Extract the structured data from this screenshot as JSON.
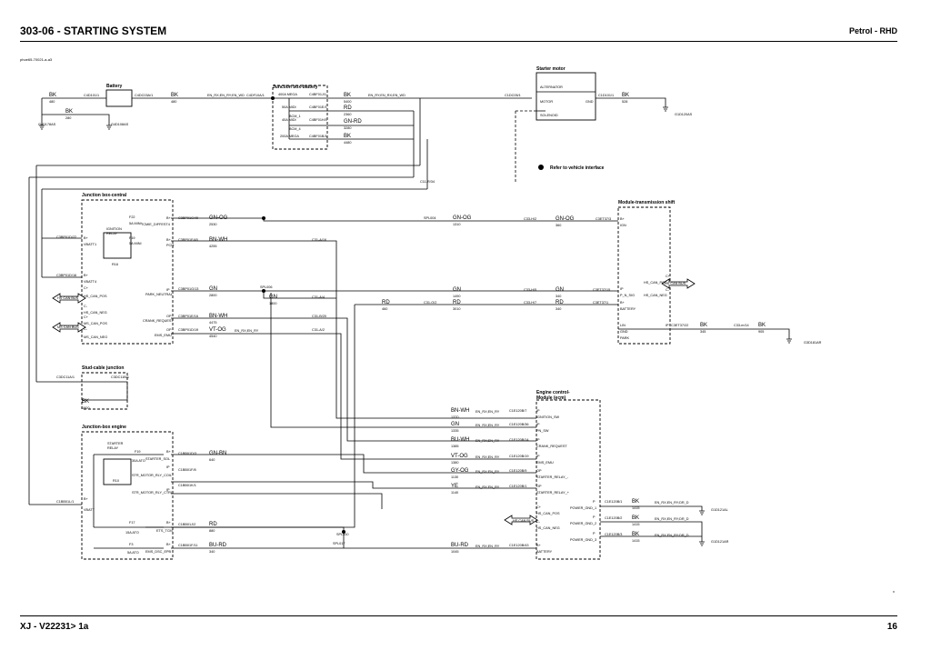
{
  "header": {
    "title": "303-06 - STARTING SYSTEM",
    "variant": "Petrol - RHD",
    "doc_code": "phoe65-70021-a-a3"
  },
  "footer": {
    "left": "XJ   - V22231>  1a",
    "page": "16",
    "corner_mark": "x"
  },
  "legend": {
    "text": "Refer to vehicle interface"
  },
  "modules": [
    {
      "title": "Battery"
    },
    {
      "title": "Junction box-battery"
    },
    {
      "title": "Starter motor"
    },
    {
      "title": "Junction box-central"
    },
    {
      "title": "Module-transmission shift"
    },
    {
      "title": "Stud-cable junction"
    },
    {
      "title": "Junction-box engine"
    },
    {
      "title": "Engine control-"
    },
    {
      "title": "Module (ecm)"
    }
  ],
  "labels": [
    {
      "t": "BK",
      "k": "w"
    },
    {
      "t": "480",
      "k": "s"
    },
    {
      "t": "C4D101/1",
      "k": "s"
    },
    {
      "t": "C4DC03A/1",
      "k": "s"
    },
    {
      "t": "BK",
      "k": "w"
    },
    {
      "t": "480",
      "k": "s"
    },
    {
      "t": "EN_RX;EN_RY;EN_WD",
      "k": "s"
    },
    {
      "t": "C4DF10A/1",
      "k": "s"
    },
    {
      "t": "BK",
      "k": "w"
    },
    {
      "t": "280",
      "k": "s"
    },
    {
      "t": "G4D178AS",
      "k": "s"
    },
    {
      "t": "G4D108AS",
      "k": "s"
    },
    {
      "t": "400A MEGA",
      "k": "s"
    },
    {
      "t": "C4BF01J/1",
      "k": "s"
    },
    {
      "t": "50A MIDI",
      "k": "s"
    },
    {
      "t": "C4BF01E/1",
      "k": "s"
    },
    {
      "t": "BCM_1",
      "k": "s"
    },
    {
      "t": "40A MIDI",
      "k": "s"
    },
    {
      "t": "C4BF01H/1",
      "k": "s"
    },
    {
      "t": "BCM_4",
      "k": "s"
    },
    {
      "t": "200A MEGA",
      "k": "s"
    },
    {
      "t": "C4BF01B/1",
      "k": "s"
    },
    {
      "t": "BK",
      "k": "w"
    },
    {
      "t": "5400",
      "k": "s"
    },
    {
      "t": "RD",
      "k": "w"
    },
    {
      "t": "2360",
      "k": "s"
    },
    {
      "t": "GN-RD",
      "k": "w"
    },
    {
      "t": "3280",
      "k": "s"
    },
    {
      "t": "BK",
      "k": "w"
    },
    {
      "t": "4480",
      "k": "s"
    },
    {
      "t": "EN_RY;EN_RX;EN_WD",
      "k": "s"
    },
    {
      "t": "C1DC05/1",
      "k": "s"
    },
    {
      "t": "ALTERNATOR",
      "k": "s"
    },
    {
      "t": "MOTOR",
      "k": "s"
    },
    {
      "t": "SOLENOID",
      "k": "s"
    },
    {
      "t": "GND",
      "k": "s"
    },
    {
      "t": "C1D101/1",
      "k": "s"
    },
    {
      "t": "BK",
      "k": "w"
    },
    {
      "t": "528",
      "k": "s"
    },
    {
      "t": "G1D120AS",
      "k": "s"
    },
    {
      "t": "C11-R/34",
      "k": "s"
    },
    {
      "t": "F22",
      "k": "s"
    },
    {
      "t": "5A MINI",
      "k": "s"
    },
    {
      "t": "TCMIE_DIFFEST4",
      "k": "s"
    },
    {
      "t": "B+",
      "k": "s"
    },
    {
      "t": "C3BP01C/40",
      "k": "s"
    },
    {
      "t": "GN-OG",
      "k": "w"
    },
    {
      "t": "2530",
      "k": "s"
    },
    {
      "t": "IGNITION",
      "k": "s"
    },
    {
      "t": "RELAY",
      "k": "s"
    },
    {
      "t": "F19",
      "k": "s"
    },
    {
      "t": "5A MINI",
      "k": "s"
    },
    {
      "t": "PCM",
      "k": "s"
    },
    {
      "t": "B+",
      "k": "s"
    },
    {
      "t": "C3BP01F/45",
      "k": "s"
    },
    {
      "t": "BN-WH",
      "k": "w"
    },
    {
      "t": "4255",
      "k": "s"
    },
    {
      "t": "C3BP01D/22",
      "k": "s"
    },
    {
      "t": "B+",
      "k": "s"
    },
    {
      "t": "VBATT1",
      "k": "s"
    },
    {
      "t": "R16",
      "k": "s"
    },
    {
      "t": "C31-A/16",
      "k": "s"
    },
    {
      "t": "SPL004",
      "k": "s"
    },
    {
      "t": "GN-OG",
      "k": "w"
    },
    {
      "t": "1310",
      "k": "s"
    },
    {
      "t": "C33-H/2",
      "k": "s"
    },
    {
      "t": "GN-OG",
      "k": "w"
    },
    {
      "t": "360",
      "k": "s"
    },
    {
      "t": "C3ET37/3",
      "k": "s"
    },
    {
      "t": "B+",
      "k": "s"
    },
    {
      "t": "IGN",
      "k": "s"
    },
    {
      "t": "C3BP01D/16",
      "k": "s"
    },
    {
      "t": "B+",
      "k": "s"
    },
    {
      "t": "VBATT4",
      "k": "s"
    },
    {
      "t": "C+",
      "k": "s"
    },
    {
      "t": "HS_CAN_POS",
      "k": "s"
    },
    {
      "t": "C-",
      "k": "s"
    },
    {
      "t": "HS_CAN_NEG",
      "k": "s"
    },
    {
      "t": "C+",
      "k": "s"
    },
    {
      "t": "MS_CAN_POS",
      "k": "s"
    },
    {
      "t": "C-",
      "k": "s"
    },
    {
      "t": "MS_CAN_NEG",
      "k": "s"
    },
    {
      "t": "HS CAN BUS",
      "k": "s"
    },
    {
      "t": "MS CAN BUS",
      "k": "s"
    },
    {
      "t": "IP",
      "k": "s"
    },
    {
      "t": "PARK_NEUTRAL",
      "k": "s"
    },
    {
      "t": "C3BP01G/13",
      "k": "s"
    },
    {
      "t": "GN",
      "k": "w"
    },
    {
      "t": "2800",
      "k": "s"
    },
    {
      "t": "SPL006",
      "k": "s"
    },
    {
      "t": "GN",
      "k": "w"
    },
    {
      "t": "1800",
      "k": "s"
    },
    {
      "t": "C31-A/4",
      "k": "s"
    },
    {
      "t": "GN",
      "k": "w"
    },
    {
      "t": "1490",
      "k": "s"
    },
    {
      "t": "C33-H/5",
      "k": "s"
    },
    {
      "t": "GN",
      "k": "w"
    },
    {
      "t": "340",
      "k": "s"
    },
    {
      "t": "C3ET37/15",
      "k": "s"
    },
    {
      "t": "IP",
      "k": "s"
    },
    {
      "t": "P_N_SIG",
      "k": "s"
    },
    {
      "t": "RD",
      "k": "w"
    },
    {
      "t": "460",
      "k": "s"
    },
    {
      "t": "C31-O/2",
      "k": "s"
    },
    {
      "t": "RD",
      "k": "w"
    },
    {
      "t": "3010",
      "k": "s"
    },
    {
      "t": "C33-H/7",
      "k": "s"
    },
    {
      "t": "RD",
      "k": "w"
    },
    {
      "t": "340",
      "k": "s"
    },
    {
      "t": "C3ET37/1",
      "k": "s"
    },
    {
      "t": "B+",
      "k": "s"
    },
    {
      "t": "BATTERY",
      "k": "s"
    },
    {
      "t": "C+",
      "k": "s"
    },
    {
      "t": "HS_CAN_POS",
      "k": "s"
    },
    {
      "t": "C-",
      "k": "s"
    },
    {
      "t": "HS_CAN_NEG",
      "k": "s"
    },
    {
      "t": "HS CAN BUS",
      "k": "s"
    },
    {
      "t": "OP",
      "k": "s"
    },
    {
      "t": "CRANK_REQUEST",
      "k": "s"
    },
    {
      "t": "C3BP01E/16",
      "k": "s"
    },
    {
      "t": "BN-WH",
      "k": "w"
    },
    {
      "t": "4475",
      "k": "s"
    },
    {
      "t": "C31-B/20",
      "k": "s"
    },
    {
      "t": "OP",
      "k": "s"
    },
    {
      "t": "EMS_EMU",
      "k": "s"
    },
    {
      "t": "C3BP01D/19",
      "k": "s"
    },
    {
      "t": "VT-OG",
      "k": "w"
    },
    {
      "t": "4540",
      "k": "s"
    },
    {
      "t": "EN_RX;EN_RY",
      "k": "s"
    },
    {
      "t": "C31-A/2",
      "k": "s"
    },
    {
      "t": "IP",
      "k": "s"
    },
    {
      "t": "C3ET37/22",
      "k": "s"
    },
    {
      "t": "BK",
      "k": "w"
    },
    {
      "t": "345",
      "k": "s"
    },
    {
      "t": "C33-m/14",
      "k": "s"
    },
    {
      "t": "BK",
      "k": "w"
    },
    {
      "t": "905",
      "k": "s"
    },
    {
      "t": "LIN",
      "k": "s"
    },
    {
      "t": "GND",
      "k": "s"
    },
    {
      "t": "PARK",
      "k": "s"
    },
    {
      "t": "G3D181AR",
      "k": "s"
    },
    {
      "t": "C3DC11A/1",
      "k": "s"
    },
    {
      "t": "C3DC11B/1",
      "k": "s"
    },
    {
      "t": "BK",
      "k": "w"
    },
    {
      "t": "1900",
      "k": "s"
    },
    {
      "t": "BN-WH",
      "k": "w"
    },
    {
      "t": "1370",
      "k": "s"
    },
    {
      "t": "EN_RX;EN_RY",
      "k": "s"
    },
    {
      "t": "C1E120B/7",
      "k": "s"
    },
    {
      "t": "IP",
      "k": "s"
    },
    {
      "t": "IGNITION_SW",
      "k": "s"
    },
    {
      "t": "GN",
      "k": "w"
    },
    {
      "t": "1335",
      "k": "s"
    },
    {
      "t": "EN_RX;EN_RY",
      "k": "s"
    },
    {
      "t": "C1E120B/36",
      "k": "s"
    },
    {
      "t": "IP",
      "k": "s"
    },
    {
      "t": "PN_SW",
      "k": "s"
    },
    {
      "t": "BU-WH",
      "k": "w"
    },
    {
      "t": "1385",
      "k": "s"
    },
    {
      "t": "EN_RX;EN_RY",
      "k": "s"
    },
    {
      "t": "C1E120B/14",
      "k": "s"
    },
    {
      "t": "IP",
      "k": "s"
    },
    {
      "t": "CRANK_REQUEST",
      "k": "s"
    },
    {
      "t": "VT-OG",
      "k": "w"
    },
    {
      "t": "1380",
      "k": "s"
    },
    {
      "t": "EN_RX;EN_RY",
      "k": "s"
    },
    {
      "t": "C1E120B/19",
      "k": "s"
    },
    {
      "t": "IP",
      "k": "s"
    },
    {
      "t": "EMS_EMU",
      "k": "s"
    },
    {
      "t": "GY-OG",
      "k": "w"
    },
    {
      "t": "1130",
      "k": "s"
    },
    {
      "t": "EN_RX;EN_RY",
      "k": "s"
    },
    {
      "t": "C1E120B/9",
      "k": "s"
    },
    {
      "t": "OP",
      "k": "s"
    },
    {
      "t": "STARTER_RELAY_-",
      "k": "s"
    },
    {
      "t": "YE",
      "k": "w"
    },
    {
      "t": "1140",
      "k": "s"
    },
    {
      "t": "EN_RX;EN_RY",
      "k": "s"
    },
    {
      "t": "C1E120B/1",
      "k": "s"
    },
    {
      "t": "OP",
      "k": "s"
    },
    {
      "t": "STARTER_RELAY_+",
      "k": "s"
    },
    {
      "t": "STARTER",
      "k": "s"
    },
    {
      "t": "RELAY",
      "k": "s"
    },
    {
      "t": "F19",
      "k": "s"
    },
    {
      "t": "30A ATO",
      "k": "s"
    },
    {
      "t": "B+",
      "k": "s"
    },
    {
      "t": "STARTER_SOL",
      "k": "s"
    },
    {
      "t": "C1BB01D/3",
      "k": "s"
    },
    {
      "t": "GN-BN",
      "k": "w"
    },
    {
      "t": "640",
      "k": "s"
    },
    {
      "t": "R10",
      "k": "s"
    },
    {
      "t": "IP",
      "k": "s"
    },
    {
      "t": "STR_MOTOR_RLY_COIL",
      "k": "s"
    },
    {
      "t": "C1BB01F/8",
      "k": "s"
    },
    {
      "t": "IP",
      "k": "s"
    },
    {
      "t": "STR_MOTOR_RLY_CTRL",
      "k": "s"
    },
    {
      "t": "C1BB01K/1",
      "k": "s"
    },
    {
      "t": "C1BB01L/1",
      "k": "s"
    },
    {
      "t": "B+",
      "k": "s"
    },
    {
      "t": "VBATT",
      "k": "s"
    },
    {
      "t": "F17",
      "k": "s"
    },
    {
      "t": "15A ATO",
      "k": "s"
    },
    {
      "t": "B+",
      "k": "s"
    },
    {
      "t": "ETS_TCM",
      "k": "s"
    },
    {
      "t": "C1BB01J/2",
      "k": "s"
    },
    {
      "t": "RD",
      "k": "w"
    },
    {
      "t": "880",
      "k": "s"
    },
    {
      "t": "SPL310",
      "k": "s"
    },
    {
      "t": "F3",
      "k": "s"
    },
    {
      "t": "5A ATO",
      "k": "s"
    },
    {
      "t": "B+",
      "k": "s"
    },
    {
      "t": "EMS_DSC_EPB",
      "k": "s"
    },
    {
      "t": "C1BB01F/11",
      "k": "s"
    },
    {
      "t": "BU-RD",
      "k": "w"
    },
    {
      "t": "340",
      "k": "s"
    },
    {
      "t": "SPL017",
      "k": "s"
    },
    {
      "t": "BU-RD",
      "k": "w"
    },
    {
      "t": "1045",
      "k": "s"
    },
    {
      "t": "EN_RX;EN_RY",
      "k": "s"
    },
    {
      "t": "C1E120B/43",
      "k": "s"
    },
    {
      "t": "B+",
      "k": "s"
    },
    {
      "t": "BATTERY",
      "k": "s"
    },
    {
      "t": "C+",
      "k": "s"
    },
    {
      "t": "HS_CAN_POS",
      "k": "s"
    },
    {
      "t": "C-",
      "k": "s"
    },
    {
      "t": "HS_CAN_NEG",
      "k": "s"
    },
    {
      "t": "HS CAN BUS",
      "k": "s"
    },
    {
      "t": "P",
      "k": "s"
    },
    {
      "t": "POWER_GND_1",
      "k": "s"
    },
    {
      "t": "C1E120B/1",
      "k": "s"
    },
    {
      "t": "BK",
      "k": "w"
    },
    {
      "t": "1415",
      "k": "s"
    },
    {
      "t": "EN_RX;EN_RY;DR_D",
      "k": "s"
    },
    {
      "t": "G1D121AL",
      "k": "s"
    },
    {
      "t": "P",
      "k": "s"
    },
    {
      "t": "POWER_GND_2",
      "k": "s"
    },
    {
      "t": "C1E120B/2",
      "k": "s"
    },
    {
      "t": "BK",
      "k": "w"
    },
    {
      "t": "1415",
      "k": "s"
    },
    {
      "t": "EN_RX;EN_RY;DR_D",
      "k": "s"
    },
    {
      "t": "P",
      "k": "s"
    },
    {
      "t": "POWER_GND_3",
      "k": "s"
    },
    {
      "t": "C1E120B/3",
      "k": "s"
    },
    {
      "t": "BK",
      "k": "w"
    },
    {
      "t": "1415",
      "k": "s"
    },
    {
      "t": "EN_RX;EN_RY;DR_D",
      "k": "s"
    },
    {
      "t": "G1D121AR",
      "k": "s"
    }
  ]
}
